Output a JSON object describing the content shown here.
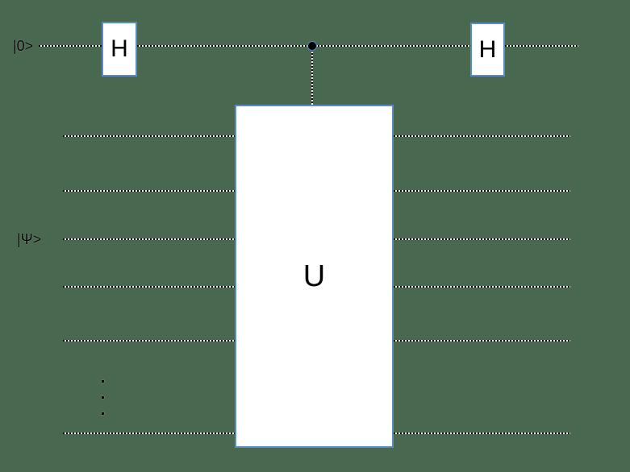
{
  "diagram": {
    "type": "quantum-circuit",
    "labels": {
      "qubit0": "|0>",
      "psi": "|Ψ>"
    },
    "gates": {
      "hadamard_left": "H",
      "hadamard_right": "H",
      "unitary": "U"
    },
    "control": {
      "description": "filled control dot on top qubit wire linked by dotted vertical line to U gate"
    },
    "register_wire_count": 6,
    "ellipsis_dot_count": 3
  },
  "colors": {
    "background": "#48684F",
    "gate_fill": "#ffffff",
    "gate_border": "#5b8ac5",
    "wire": "#000000",
    "wire_gap": "#f2f2f2",
    "text": "#000000"
  }
}
